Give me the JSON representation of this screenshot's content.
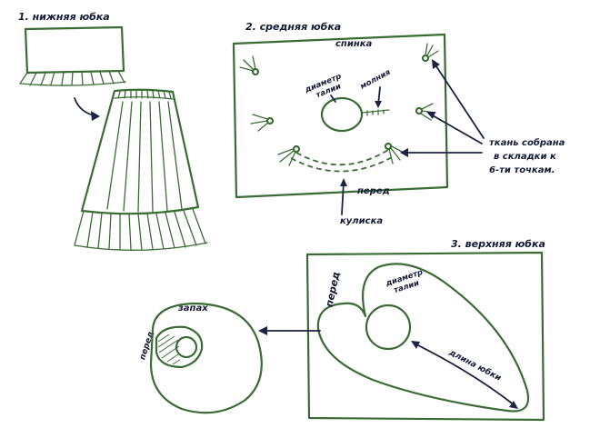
{
  "colors": {
    "outline": "#3b6b35",
    "text": "#151b35",
    "hatch": "#3b6b35"
  },
  "labels": {
    "skirt1_title": "1. нижняя юбка",
    "skirt2_title": "2. средняя юбка",
    "back": "спинка",
    "waist_diameter_1": "диаметр",
    "waist_diameter_2": "талии",
    "zipper": "молния",
    "gathered_1": "ткань собрана",
    "gathered_2": "в складки к",
    "gathered_3": "6-ти точкам.",
    "front": "перед",
    "drawstring": "кулиска",
    "skirt3_title": "3. верхняя юбка",
    "front_vertical": "перед",
    "waist_diameter_3a": "диаметр",
    "waist_diameter_3b": "талии",
    "skirt_length": "длина юбки",
    "wrap": "запах",
    "front_small": "перед"
  }
}
